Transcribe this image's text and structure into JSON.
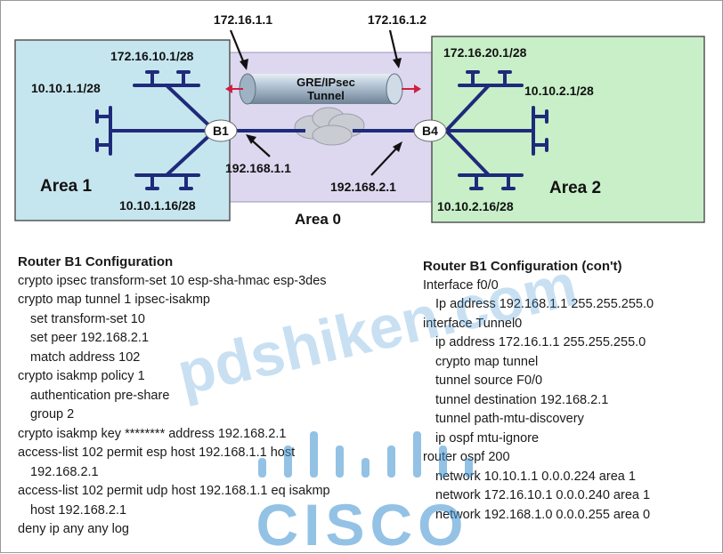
{
  "diagram": {
    "tunnel_ip_left": "172.16.1.1",
    "tunnel_ip_right": "172.16.1.2",
    "tunnel_label_1": "GRE/IPsec",
    "tunnel_label_2": "Tunnel",
    "area1": {
      "label": "Area 1",
      "ip_top": "172.16.10.1/28",
      "ip_left": "10.10.1.1/28",
      "ip_bottom": "10.10.1.16/28"
    },
    "area2": {
      "label": "Area 2",
      "ip_top": "172.16.20.1/28",
      "ip_right": "10.10.2.1/28",
      "ip_bottom": "10.10.2.16/28"
    },
    "area0_label": "Area 0",
    "router_b1": "B1",
    "router_b4": "B4",
    "b1_wan_ip": "192.168.1.1",
    "b4_wan_ip": "192.168.2.1"
  },
  "config_left": {
    "title": "Router B1 Configuration",
    "lines": [
      {
        "indent": 0,
        "text": "crypto ipsec transform-set 10 esp-sha-hmac esp-3des"
      },
      {
        "indent": 0,
        "text": "crypto map tunnel 1 ipsec-isakmp"
      },
      {
        "indent": 1,
        "text": "set transform-set 10"
      },
      {
        "indent": 1,
        "text": "set peer 192.168.2.1"
      },
      {
        "indent": 1,
        "text": "match address 102"
      },
      {
        "indent": 0,
        "text": "crypto isakmp policy 1"
      },
      {
        "indent": 1,
        "text": "authentication pre-share"
      },
      {
        "indent": 1,
        "text": "group 2"
      },
      {
        "indent": 0,
        "text": "crypto isakmp key ******** address 192.168.2.1"
      },
      {
        "indent": 0,
        "text": "access-list 102 permit esp host 192.168.1.1 host"
      },
      {
        "indent": 1,
        "text": "192.168.2.1"
      },
      {
        "indent": 0,
        "text": "access-list 102 permit udp host 192.168.1.1 eq isakmp"
      },
      {
        "indent": 1,
        "text": "host  192.168.2.1"
      },
      {
        "indent": 0,
        "text": "deny ip any any log"
      }
    ]
  },
  "config_right": {
    "title": "Router B1 Configuration (con't)",
    "lines": [
      {
        "indent": 0,
        "text": "Interface f0/0"
      },
      {
        "indent": 1,
        "text": "Ip address 192.168.1.1 255.255.255.0"
      },
      {
        "indent": 0,
        "text": "interface Tunnel0"
      },
      {
        "indent": 1,
        "text": "ip address 172.16.1.1 255.255.255.0"
      },
      {
        "indent": 1,
        "text": "crypto map tunnel"
      },
      {
        "indent": 1,
        "text": "tunnel source F0/0"
      },
      {
        "indent": 1,
        "text": "tunnel destination 192.168.2.1"
      },
      {
        "indent": 1,
        "text": "tunnel path-mtu-discovery"
      },
      {
        "indent": 1,
        "text": "ip ospf mtu-ignore"
      },
      {
        "indent": 0,
        "text": "router ospf 200"
      },
      {
        "indent": 1,
        "text": "network 10.10.1.1 0.0.0.224 area 1"
      },
      {
        "indent": 1,
        "text": "network 172.16.10.1 0.0.0.240 area 1"
      },
      {
        "indent": 1,
        "text": "network 192.168.1.0 0.0.0.255 area 0"
      }
    ]
  },
  "watermark": {
    "text": "pdshiken.com",
    "logo_text": "CISCO"
  },
  "colors": {
    "area1_fill": "#c6e6ef",
    "area2_fill": "#c8efc8",
    "area0_fill": "#ddd8ef",
    "link_color": "#1f2a7a",
    "watermark_color": "#3a8fd0"
  }
}
